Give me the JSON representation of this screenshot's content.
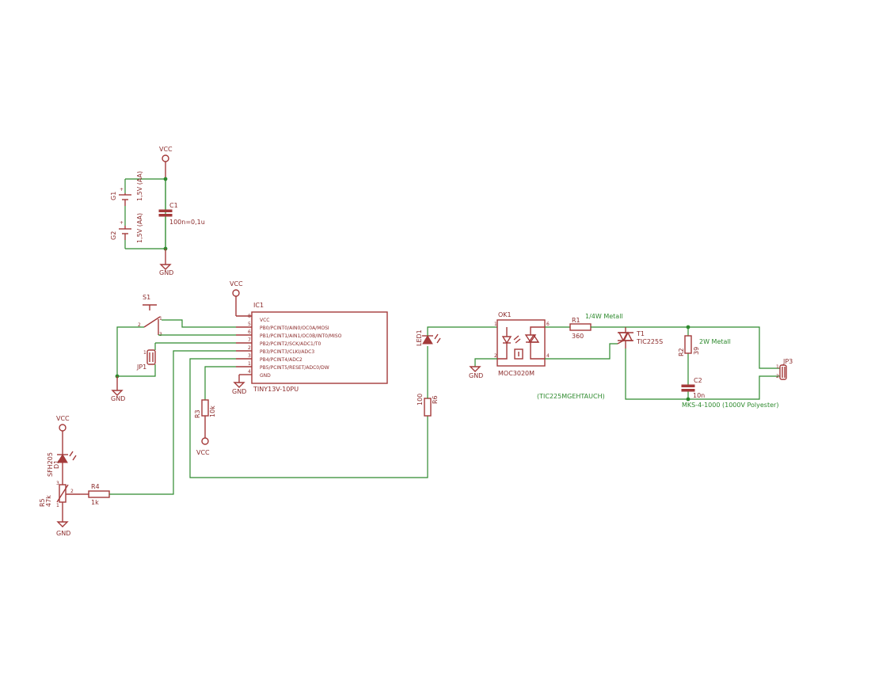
{
  "power": {
    "vcc": "VCC",
    "gnd": "GND"
  },
  "battery_block": {
    "g1": {
      "name": "G1",
      "value": "1,5V (AA)"
    },
    "g2": {
      "name": "G2",
      "value": "1,5V (AA)"
    },
    "c1": {
      "name": "C1",
      "value": "100n=0,1u"
    }
  },
  "mcu": {
    "name": "IC1",
    "part": "TINY13V-10PU",
    "pins": [
      {
        "num": "8",
        "label": "VCC"
      },
      {
        "num": "5",
        "label": "PB0/PCINT0/AIN0/OC0A/MOSI"
      },
      {
        "num": "6",
        "label": "PB1/PCINT1/AIN1/OC0B/INT0/MISO"
      },
      {
        "num": "7",
        "label": "PB2/PCINT2/SCK/ADC1/T0"
      },
      {
        "num": "2",
        "label": "PB3/PCINT3/CLKI/ADC3"
      },
      {
        "num": "3",
        "label": "PB4/PCINT4/ADC2"
      },
      {
        "num": "1",
        "label": "PB5/PCINT5/RESET/ADC0/DW"
      },
      {
        "num": "4",
        "label": "GND"
      }
    ]
  },
  "switch": {
    "name": "S1",
    "pins": [
      "2",
      "1",
      "3"
    ]
  },
  "jumper1": {
    "name": "JP1",
    "pins": [
      "1",
      "2"
    ]
  },
  "r3": {
    "name": "R3",
    "value": "10k"
  },
  "sensor": {
    "d1": {
      "name": "D1",
      "part": "SFH205"
    },
    "r5": {
      "name": "R5",
      "value": "47k",
      "pins": [
        "3",
        "2",
        "1"
      ]
    },
    "r4": {
      "name": "R4",
      "value": "1k"
    }
  },
  "led": {
    "name": "LED1"
  },
  "r6": {
    "name": "R6",
    "value": "100"
  },
  "opto": {
    "name": "OK1",
    "part": "MOC3020M",
    "pins": [
      "1",
      "2",
      "6",
      "4"
    ]
  },
  "r1": {
    "name": "R1",
    "value": "360",
    "note": "1/4W Metall"
  },
  "triac": {
    "name": "T1",
    "part": "TIC225S",
    "note": "(TIC225MGEHTAUCH)"
  },
  "r2": {
    "name": "R2",
    "value": "39",
    "note": "2W Metall"
  },
  "c2": {
    "name": "C2",
    "value": "10n",
    "note": "MKS-4-1000 (1000V Polyester)"
  },
  "jp3": {
    "name": "JP3",
    "pins": [
      "1",
      "2"
    ]
  }
}
